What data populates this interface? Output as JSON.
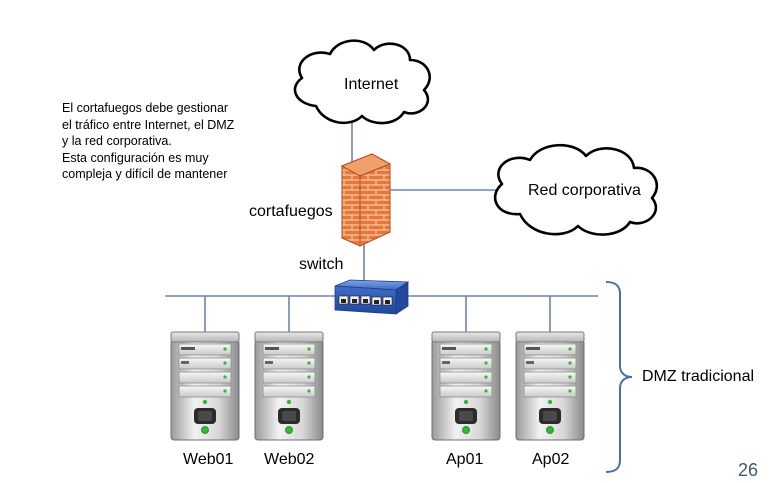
{
  "note": "El cortafuegos debe gestionar\nel tráfico entre Internet, el DMZ\ny la red corporativa.\nEsta configuración es muy\ncompleja y difícil de mantener",
  "clouds": {
    "internet": "Internet",
    "corporate": "Red corporativa"
  },
  "firewall_label": "cortafuegos",
  "switch_label": "switch",
  "servers": [
    "Web01",
    "Web02",
    "Ap01",
    "Ap02"
  ],
  "dmz_label": "DMZ tradicional",
  "page_number": "26",
  "colors": {
    "line": "#6f85ad",
    "brace": "#4a6fa5",
    "firewall_brick": "#e5783a",
    "switch_body": "#3f6fc9",
    "server_led": "#33b833",
    "page_number": "#3f5871"
  },
  "icons": [
    "cloud-icon",
    "firewall-icon",
    "network-switch-icon",
    "server-icon"
  ]
}
